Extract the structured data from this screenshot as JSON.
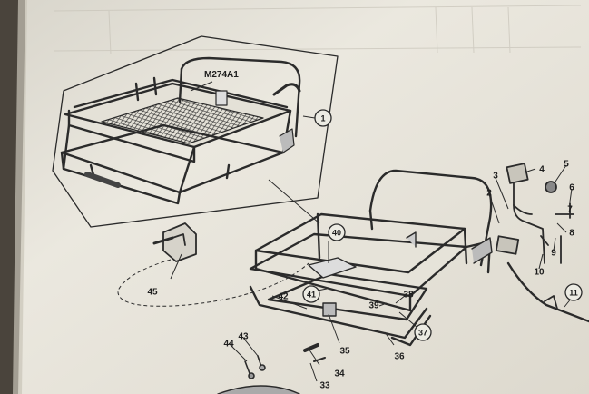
{
  "diagram": {
    "model_label": "M274A1",
    "callouts": [
      {
        "id": "c1",
        "text": "1",
        "circled": true
      },
      {
        "id": "c2",
        "text": "2",
        "circled": false
      },
      {
        "id": "c3",
        "text": "3",
        "circled": false
      },
      {
        "id": "c4",
        "text": "4",
        "circled": false
      },
      {
        "id": "c5",
        "text": "5",
        "circled": false
      },
      {
        "id": "c6",
        "text": "6",
        "circled": false
      },
      {
        "id": "c7",
        "text": "7",
        "circled": false
      },
      {
        "id": "c8",
        "text": "8",
        "circled": false
      },
      {
        "id": "c9",
        "text": "9",
        "circled": false
      },
      {
        "id": "c10",
        "text": "10",
        "circled": false
      },
      {
        "id": "c11",
        "text": "11",
        "circled": true
      },
      {
        "id": "c33",
        "text": "33",
        "circled": false
      },
      {
        "id": "c34",
        "text": "34",
        "circled": false
      },
      {
        "id": "c35",
        "text": "35",
        "circled": false
      },
      {
        "id": "c36",
        "text": "36",
        "circled": false
      },
      {
        "id": "c37",
        "text": "37",
        "circled": true
      },
      {
        "id": "c38",
        "text": "38",
        "circled": false
      },
      {
        "id": "c39",
        "text": "39",
        "circled": false
      },
      {
        "id": "c40",
        "text": "40",
        "circled": true
      },
      {
        "id": "c41",
        "text": "41",
        "circled": true
      },
      {
        "id": "c42",
        "text": "42",
        "circled": false
      },
      {
        "id": "c43",
        "text": "43",
        "circled": false
      },
      {
        "id": "c44",
        "text": "44",
        "circled": false
      },
      {
        "id": "c45",
        "text": "45",
        "circled": false
      }
    ]
  },
  "colors": {
    "page": "#e9e6dc",
    "ink": "#2b2b2b",
    "binding": "#3a352f"
  }
}
